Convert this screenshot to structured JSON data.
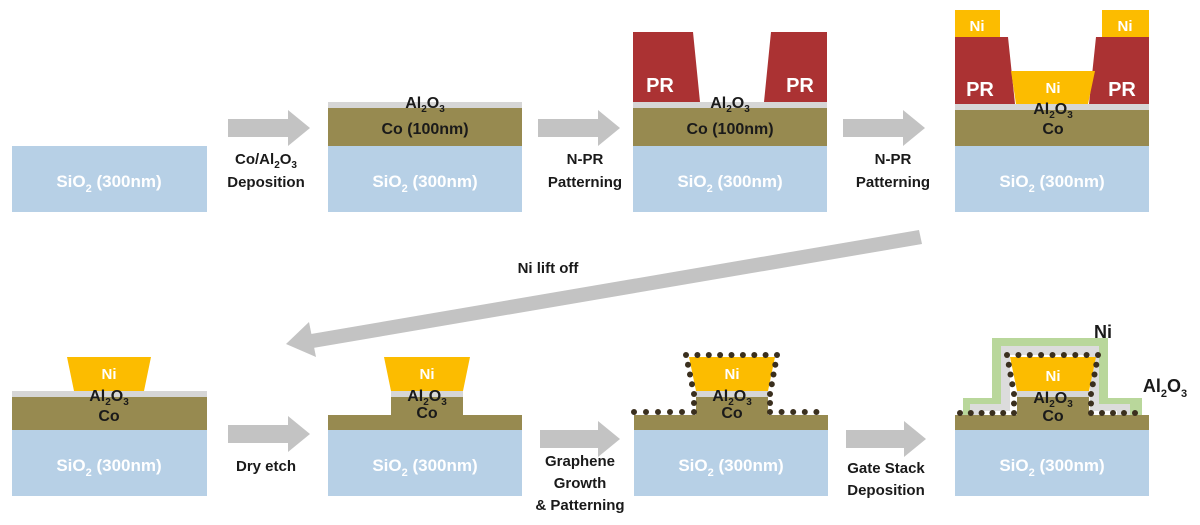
{
  "colors": {
    "sio2": "#b7d0e6",
    "co": "#978a50",
    "al2o3": "#d6d6d6",
    "pr": "#ab3233",
    "ni": "#fcbc00",
    "gate_oxide": "#dcdcdc",
    "gate_metal": "#b9d79b",
    "graphene_dot": "#3a2f1e",
    "arrow": "#c3c3c3",
    "text_dark": "#1a1a1a",
    "text_light": "#ffffff"
  },
  "labels": {
    "sio2_prefix": "SiO",
    "sio2_sub": "2",
    "sio2_suffix": " (300nm)",
    "co_100": "Co (100nm)",
    "co": "Co",
    "al2o3_a": "Al",
    "al2o3_sub1": "2",
    "al2o3_b": "O",
    "al2o3_sub2": "3",
    "pr": "PR",
    "ni": "Ni"
  },
  "steps": {
    "s1_line1_a": "Co/Al",
    "s1_line1_sub1": "2",
    "s1_line1_b": "O",
    "s1_line1_sub2": "3",
    "s1_line2": "Deposition",
    "s2_line1": "N-PR",
    "s2_line2": "Patterning",
    "s3_line1": "N-PR",
    "s3_line2": "Patterning",
    "s4": "Ni lift off",
    "s5": "Dry etch",
    "s6_line1": "Graphene",
    "s6_line2": "Growth",
    "s6_line3": "& Patterning",
    "s7_line1": "Gate Stack",
    "s7_line2": "Deposition"
  },
  "final_labels": {
    "ni": "Ni",
    "al2o3_a": "Al",
    "al2o3_sub1": "2",
    "al2o3_b": "O",
    "al2o3_sub2": "3"
  }
}
